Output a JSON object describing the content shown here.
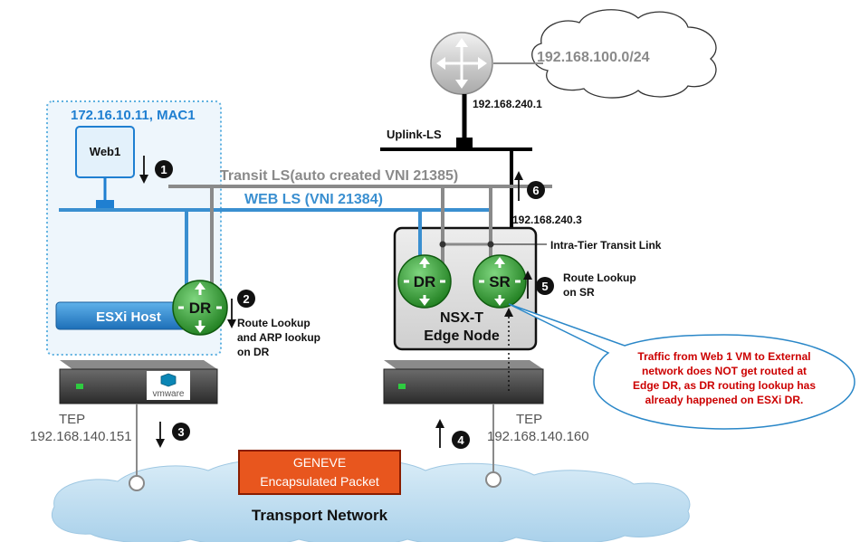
{
  "network": {
    "cidr": "192.168.100.0/24",
    "router_ip": "192.168.240.1",
    "uplink_label": "Uplink-LS",
    "sr_uplink_ip": "192.168.240.3",
    "transit_ls_label": "Transit LS(auto created VNI 21385)",
    "web_ls_label": "WEB LS (VNI 21384)",
    "intra_tier_label": "Intra-Tier Transit Link"
  },
  "host": {
    "vm_ip_mac": "172.16.10.11, MAC1",
    "vm_name": "Web1",
    "esxi_label": "ESXi Host",
    "dr_label": "DR",
    "vendor_logo": "vmware",
    "tep_label": "TEP",
    "tep_ip": "192.168.140.151"
  },
  "edge": {
    "dr_label": "DR",
    "sr_label": "SR",
    "name_line1": "NSX-T",
    "name_line2": "Edge Node",
    "tep_label": "TEP",
    "tep_ip": "192.168.140.160"
  },
  "steps": [
    {
      "num": "1",
      "text": []
    },
    {
      "num": "2",
      "text": [
        "Route Lookup",
        "and ARP lookup",
        "on DR"
      ]
    },
    {
      "num": "3",
      "text": []
    },
    {
      "num": "4",
      "text": []
    },
    {
      "num": "5",
      "text": [
        "Route Lookup",
        "on SR"
      ]
    },
    {
      "num": "6",
      "text": []
    }
  ],
  "geneve": {
    "line1": "GENEVE",
    "line2": "Encapsulated Packet"
  },
  "transport_label": "Transport Network",
  "callout": {
    "lines": [
      "Traffic from Web 1 VM to External",
      "network does NOT get routed at",
      "Edge DR, as DR routing lookup has",
      "already happened on ESXi DR."
    ]
  },
  "colors": {
    "web_ls": "#3a8fd0",
    "transit_ls": "#8a8a8a",
    "uplink": "#000000",
    "callout_text": "#cc0000",
    "geneve_bg": "#e8561e",
    "router_green": "#3aa13a",
    "host_blue": "#1f7fd1"
  }
}
